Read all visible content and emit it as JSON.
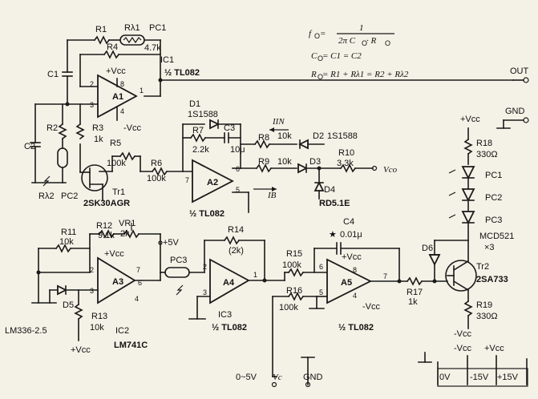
{
  "formula": {
    "line1_lhs": "f",
    "line1_sub": "O",
    "line1_eq": " = ",
    "line1_num": "1",
    "line1_den": "2π C",
    "line1_den_sub1": "O",
    "line1_den_mid": " · R",
    "line1_den_sub2": "O",
    "line2": "C",
    "line2_sub": "O",
    "line2_rest": " = C1 = C2",
    "line3": "R",
    "line3_sub": "O",
    "line3_rest": " = R1 + Rλ1 = R2 + Rλ2"
  },
  "terminals": {
    "out": "OUT",
    "gnd_right": "GND",
    "vc_in": "0~5V",
    "vc_label": "Vc",
    "gnd_bottom": "GND",
    "ov": "0V",
    "m15": "-15V",
    "p15": "+15V",
    "vcc_minus_label": "-Vcc",
    "vcc_plus_label": "+Vcc"
  },
  "stage1": {
    "r1": "R1",
    "rl1": "Rλ1",
    "pc1": "PC1",
    "r4": "R4",
    "r4_val": "4.7k",
    "c1": "C1",
    "ic1": "IC1",
    "ic1_part": "½  TL082",
    "a1": "A1",
    "vcc_p": "+Vcc",
    "vcc_m": "-Vcc",
    "pin2": "2",
    "pin3": "3",
    "pin1": "1",
    "pin8": "8",
    "pin4": "4",
    "r2": "R2",
    "r3": "R3",
    "r3_val": "1k",
    "c2": "C2",
    "rl2": "Rλ2",
    "pc2": "PC2"
  },
  "stage2": {
    "d1": "D1",
    "d1_part": "1S1588",
    "r7": "R7",
    "r7_val": "2.2k",
    "c3": "C3",
    "c3_val": "10μ",
    "r8": "R8",
    "r8_val": "10k",
    "iin": "IIN",
    "d2": "D2",
    "d2_part": "1S1588",
    "r5": "R5",
    "r5_val": "100k",
    "r6": "R6",
    "r6_val": "100k",
    "tr1": "Tr1",
    "tr1_part": "2SK30AGR",
    "a2": "A2",
    "a2_part": "½  TL082",
    "pin7": "7",
    "pin6": "6",
    "pin5": "5",
    "r9": "R9",
    "r9_val": "10k",
    "ib": "IB",
    "d3": "D3",
    "r10": "R10",
    "r10_val": "3.3k",
    "vco": "Vco",
    "d4": "D4",
    "d4_part": "RD5.1E"
  },
  "stage3": {
    "r11": "R11",
    "r11_val": "10k",
    "r12": "R12",
    "r12_val": "9.1k",
    "vr1": "VR1",
    "vr1_val": "2k",
    "p5v": "+5V",
    "vcc_p": "+Vcc",
    "a3": "A3",
    "pin2": "2",
    "pin3": "3",
    "pin7": "7",
    "pin6": "6",
    "pin4": "4",
    "d5": "D5",
    "d5_part": "LM336-2.5",
    "r13": "R13",
    "r13_val": "10k",
    "vcc_p2": "+Vcc",
    "ic2": "IC2",
    "ic2_part": "LM741C",
    "pc3": "PC3"
  },
  "stage4": {
    "r14": "R14",
    "r14_val": "(2k)",
    "a4": "A4",
    "pin2": "2",
    "pin3": "3",
    "pin1": "1",
    "ic3": "IC3",
    "ic3_part": "½  TL082"
  },
  "stage5": {
    "c4": "C4",
    "c4_val": "0.01μ",
    "star": "★",
    "r15": "R15",
    "r15_val": "100k",
    "r16": "R16",
    "r16_val": "100k",
    "a5": "A5",
    "vcc_p": "+Vcc",
    "vcc_m": "-Vcc",
    "pin6": "6",
    "pin5": "5",
    "pin7": "7",
    "pin8": "8",
    "pin4": "4",
    "part": "½  TL082",
    "r17": "R17",
    "r17_val": "1k"
  },
  "output": {
    "vcc_p": "+Vcc",
    "r18": "R18",
    "r18_val": "330Ω",
    "pc1": "PC1",
    "pc2": "PC2",
    "pc3": "PC3",
    "led_part": "MCD521",
    "led_count": "×3",
    "d6": "D6",
    "tr2": "Tr2",
    "tr2_part": "2SA733",
    "r19": "R19",
    "r19_val": "330Ω",
    "vcc_m": "-Vcc"
  }
}
